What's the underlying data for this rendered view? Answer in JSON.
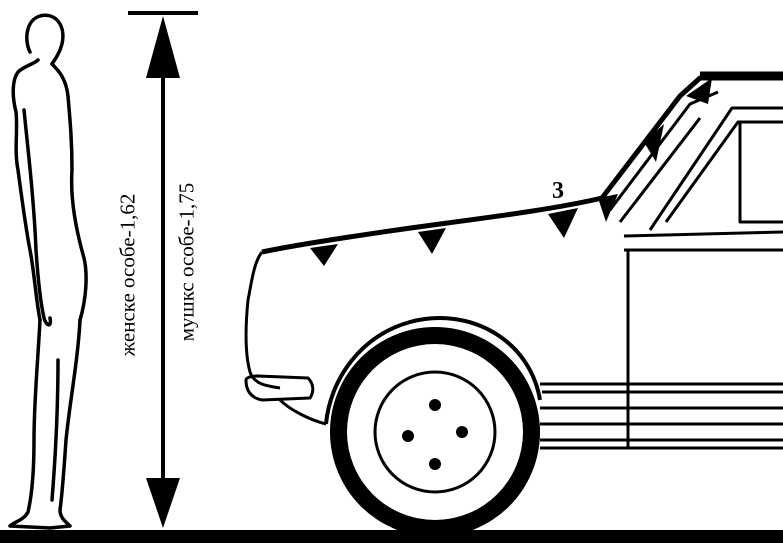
{
  "labels": {
    "female_height": "женске особе-1,62",
    "male_height": "мушкс особе-1,75",
    "marker": "3"
  }
}
